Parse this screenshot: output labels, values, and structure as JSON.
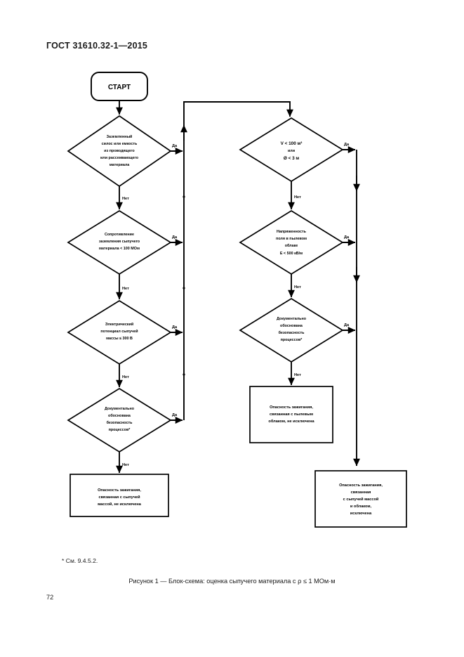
{
  "document": {
    "standard_header": "ГОСТ 31610.32-1—2015",
    "page_number": "72",
    "footnote": "* См. 9.4.5.2.",
    "figure_caption": "Рисунок 1 — Блок-схема: оценка сыпучего материала с ρ ≤ 1 МОм·м"
  },
  "flowchart": {
    "start": {
      "label": "СТАРТ"
    },
    "edge_labels": {
      "yes": "Да",
      "no": "Нет"
    },
    "left_column": [
      {
        "id": "d1",
        "lines": [
          "Заземленный",
          "силос или емкость",
          "из проводящего",
          "или рассеивающего",
          "материала"
        ],
        "yes": "Да",
        "no": "Нет"
      },
      {
        "id": "d2",
        "lines": [
          "Сопротивление",
          "заземления сыпучего",
          "материала < 100 МОм"
        ],
        "yes": "Да",
        "no": "Нет"
      },
      {
        "id": "d3",
        "lines": [
          "Электрический",
          "потенциал сыпучей",
          "массы ≤ 300 В"
        ],
        "yes": "Да",
        "no": "Нет"
      },
      {
        "id": "d4",
        "lines": [
          "Документально",
          "обоснована",
          "безопасность",
          "процессов*"
        ],
        "yes": "Да",
        "no": "Нет"
      }
    ],
    "right_column": [
      {
        "id": "d5",
        "lines": [
          "V < 100 м³",
          "или",
          "Ø < 3 м"
        ],
        "yes": "Да",
        "no": "Нет"
      },
      {
        "id": "d6",
        "lines": [
          "Напряженность",
          "поля в пылевом",
          "облаке",
          "E < 500 кВ/м"
        ],
        "yes": "Да",
        "no": "Нет"
      },
      {
        "id": "d7",
        "lines": [
          "Документально",
          "обоснована",
          "безопасность",
          "процессов*"
        ],
        "yes": "Да",
        "no": "Нет"
      }
    ],
    "terminals": [
      {
        "id": "t1",
        "lines": [
          "Опасность зажигания,",
          "связанная с сыпучей",
          "массой, не исключена"
        ]
      },
      {
        "id": "t2",
        "lines": [
          "Опасность зажигания,",
          "связанная с пылевым",
          "облаком, не исключена"
        ]
      },
      {
        "id": "t3",
        "lines": [
          "Опасность зажигания,",
          "связанная",
          "с сыпучей массой",
          "и облаком,",
          "исключена"
        ]
      }
    ]
  },
  "colors": {
    "ink": "#000000",
    "paper": "#ffffff",
    "text": "#1a1a1a"
  }
}
